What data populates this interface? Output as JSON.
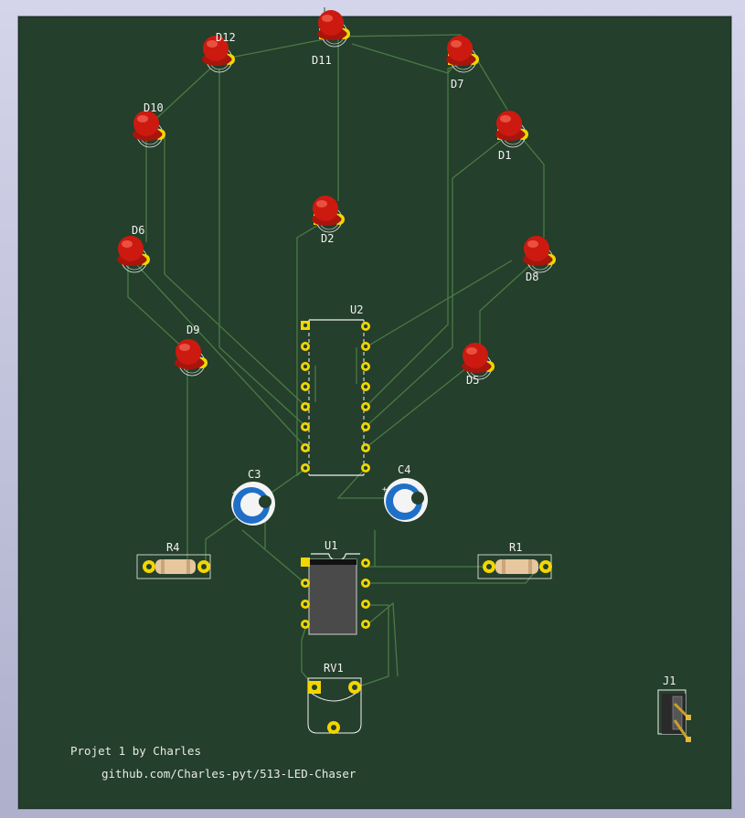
{
  "colors": {
    "board": "#243f2b",
    "trace": "#4b7a46",
    "pad": "#f3d600",
    "silkscreen": "#f0f0f0",
    "led": "#cc1a10",
    "capacitor": "#1f6fc7"
  },
  "silkscreen": {
    "line1": "Projet 1 by Charles",
    "line2": "github.com/Charles-pyt/513-LED-Chaser"
  },
  "leds": [
    {
      "ref": "D11"
    },
    {
      "ref": "D12"
    },
    {
      "ref": "D7"
    },
    {
      "ref": "D10"
    },
    {
      "ref": "D1"
    },
    {
      "ref": "D2"
    },
    {
      "ref": "D6"
    },
    {
      "ref": "D8"
    },
    {
      "ref": "D9"
    },
    {
      "ref": "D5"
    }
  ],
  "components": {
    "u2": "U2",
    "u1": "U1",
    "c3": "C3",
    "c4": "C4",
    "r4": "R4",
    "r1": "R1",
    "rv1": "RV1",
    "j1": "J1"
  }
}
